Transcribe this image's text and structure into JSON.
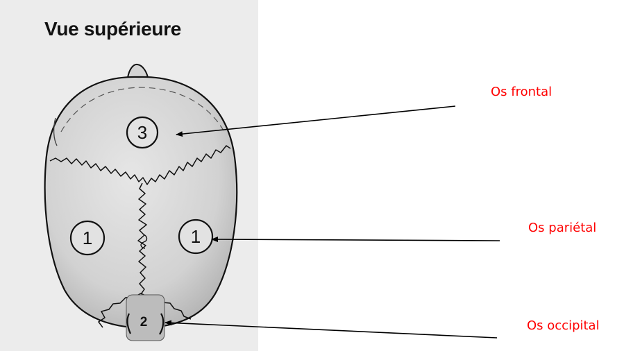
{
  "title": "Vue supérieure",
  "markers": {
    "frontal": "3",
    "parietal_left": "1",
    "parietal_right": "1",
    "occipital": "2"
  },
  "labels": {
    "frontal": "Os frontal",
    "parietal": "Os pariétal",
    "occipital": "Os occipital"
  },
  "colors": {
    "label": "#ff0000",
    "bone": "#dcdcdc",
    "scan_background": "#ececec"
  }
}
